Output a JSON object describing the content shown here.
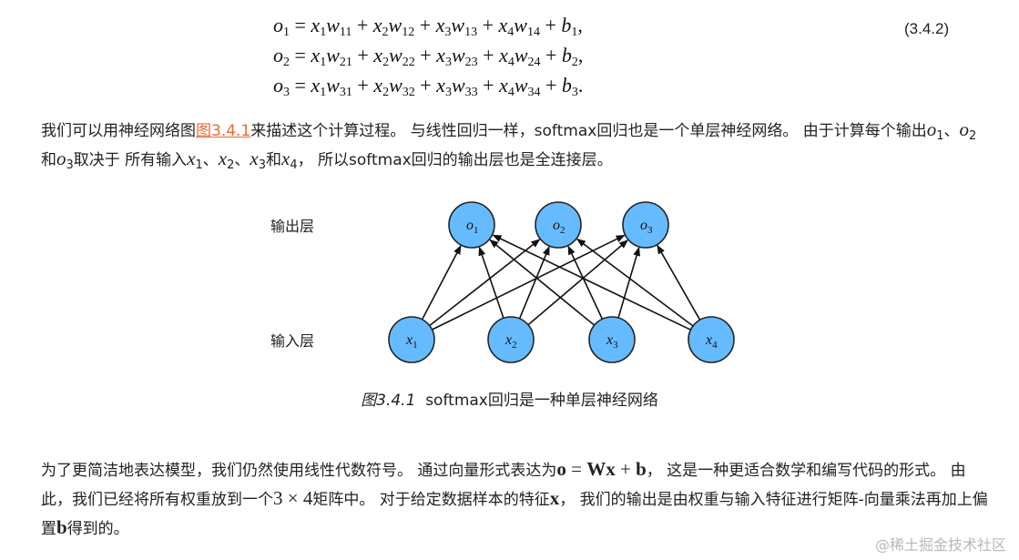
{
  "equations": {
    "number": "(3.4.2)",
    "rows": [
      {
        "lhs": "o",
        "lhs_sub": "1",
        "terms": [
          {
            "x": "x",
            "xs": "1",
            "w": "w",
            "ws": "11"
          },
          {
            "x": "x",
            "xs": "2",
            "w": "w",
            "ws": "12"
          },
          {
            "x": "x",
            "xs": "3",
            "w": "w",
            "ws": "13"
          },
          {
            "x": "x",
            "xs": "4",
            "w": "w",
            "ws": "14"
          }
        ],
        "bias": "b",
        "bias_sub": "1",
        "end": ","
      },
      {
        "lhs": "o",
        "lhs_sub": "2",
        "terms": [
          {
            "x": "x",
            "xs": "1",
            "w": "w",
            "ws": "21"
          },
          {
            "x": "x",
            "xs": "2",
            "w": "w",
            "ws": "22"
          },
          {
            "x": "x",
            "xs": "3",
            "w": "w",
            "ws": "23"
          },
          {
            "x": "x",
            "xs": "4",
            "w": "w",
            "ws": "24"
          }
        ],
        "bias": "b",
        "bias_sub": "2",
        "end": ","
      },
      {
        "lhs": "o",
        "lhs_sub": "3",
        "terms": [
          {
            "x": "x",
            "xs": "1",
            "w": "w",
            "ws": "31"
          },
          {
            "x": "x",
            "xs": "2",
            "w": "w",
            "ws": "32"
          },
          {
            "x": "x",
            "xs": "3",
            "w": "w",
            "ws": "33"
          },
          {
            "x": "x",
            "xs": "4",
            "w": "w",
            "ws": "34"
          }
        ],
        "bias": "b",
        "bias_sub": "3",
        "end": "."
      }
    ]
  },
  "para1": {
    "t1": "我们可以用神经网络图",
    "link": "图3.4.1",
    "t2": "来描述这个计算过程。 与线性回归一样，softmax回归也是一个单层神经网络。 由于计算每个输出",
    "o": "o",
    "s1": "1",
    "sep1": "、",
    "s2": "2",
    "and1": "和",
    "s3": "3",
    "t3": "取决于 所有输入",
    "x": "x",
    "xs1": "1",
    "sep2": "、",
    "xs2": "2",
    "sep3": "、",
    "xs3": "3",
    "and2": "和",
    "xs4": "4",
    "t4": "， 所以softmax回归的输出层也是全连接层。"
  },
  "figure": {
    "output_layer_label": "输出层",
    "input_layer_label": "输入层",
    "output_nodes": [
      {
        "var": "o",
        "sub": "1"
      },
      {
        "var": "o",
        "sub": "2"
      },
      {
        "var": "o",
        "sub": "3"
      }
    ],
    "input_nodes": [
      {
        "var": "x",
        "sub": "1"
      },
      {
        "var": "x",
        "sub": "2"
      },
      {
        "var": "x",
        "sub": "3"
      },
      {
        "var": "x",
        "sub": "4"
      }
    ],
    "node_color": "#66bbff",
    "node_stroke": "#222222"
  },
  "caption": {
    "label": "图3.4.1",
    "text": "softmax回归是一种单层神经网络"
  },
  "para2": {
    "t1": "为了更简洁地表达模型，我们仍然使用线性代数符号。 通过向量形式表达为",
    "eq_o": "o",
    "eq_eq": " = ",
    "eq_W": "W",
    "eq_x": "x",
    "eq_plus": " + ",
    "eq_b": "b",
    "t2": "， 这是一种更适合数学和编写代码的形式。 由此，我们已经将所有权重放到一个",
    "n3": "3",
    "times": " × ",
    "n4": "4",
    "t3": "矩阵中。 对于给定数据样本的特征",
    "feat": "x",
    "t4": "， 我们的输出是由权重与输入特征进行矩阵-向量乘法再加上偏置",
    "bias": "b",
    "t5": "得到的。"
  },
  "watermark": "@稀土掘金技术社区",
  "colors": {
    "link": "#e86a33",
    "text": "#222222",
    "watermark": "#b8b8b8"
  }
}
